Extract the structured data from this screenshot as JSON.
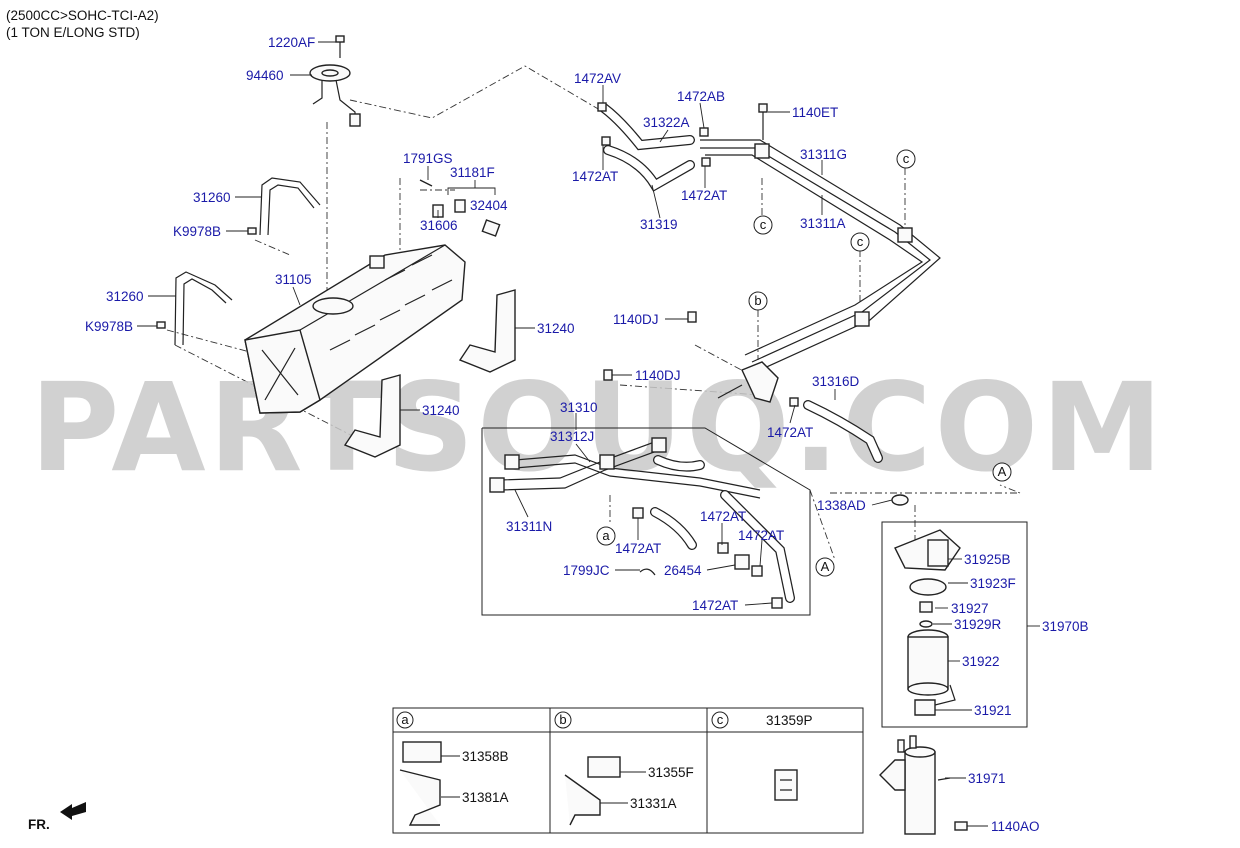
{
  "header": {
    "line1": "(2500CC>SOHC-TCI-A2)",
    "line2": "(1 TON E/LONG STD)"
  },
  "watermark": "PARTSOUQ.COM",
  "fr_label": "FR.",
  "parts": {
    "p1220AF": "1220AF",
    "p94460": "94460",
    "p1791GS": "1791GS",
    "p31181F": "31181F",
    "p32404": "32404",
    "p31606": "31606",
    "p31260a": "31260",
    "p31260b": "31260",
    "pK9978Ba": "K9978B",
    "pK9978Bb": "K9978B",
    "p31105": "31105",
    "p31240a": "31240",
    "p31240b": "31240",
    "p1472AV": "1472AV",
    "p1472AB": "1472AB",
    "p31322A": "31322A",
    "p1140ET": "1140ET",
    "p1472ATa": "1472AT",
    "p1472ATb": "1472AT",
    "p31319": "31319",
    "p31311G": "31311G",
    "p31311A": "31311A",
    "p1140DJa": "1140DJ",
    "p1140DJb": "1140DJ",
    "p31316D": "31316D",
    "p1472ATc": "1472AT",
    "p31310": "31310",
    "p31312J": "31312J",
    "p31311N": "31311N",
    "p1472ATd": "1472AT",
    "p1472ATe": "1472AT",
    "p1472ATf": "1472AT",
    "p1799JC": "1799JC",
    "p26454": "26454",
    "p1472ATg": "1472AT",
    "p1338AD": "1338AD",
    "p31925B": "31925B",
    "p31923F": "31923F",
    "p31927": "31927",
    "p31929R": "31929R",
    "p31970B": "31970B",
    "p31922": "31922",
    "p31921": "31921",
    "p31971": "31971",
    "p1140AO": "1140AO",
    "p31358B": "31358B",
    "p31381A": "31381A",
    "p31355F": "31355F",
    "p31331A": "31331A",
    "p31359P": "31359P"
  },
  "callouts": {
    "a": "a",
    "b": "b",
    "c": "c",
    "A": "A"
  },
  "colors": {
    "label": "#1a1aa8",
    "line": "#222222",
    "watermark": "#c9c9c9"
  }
}
